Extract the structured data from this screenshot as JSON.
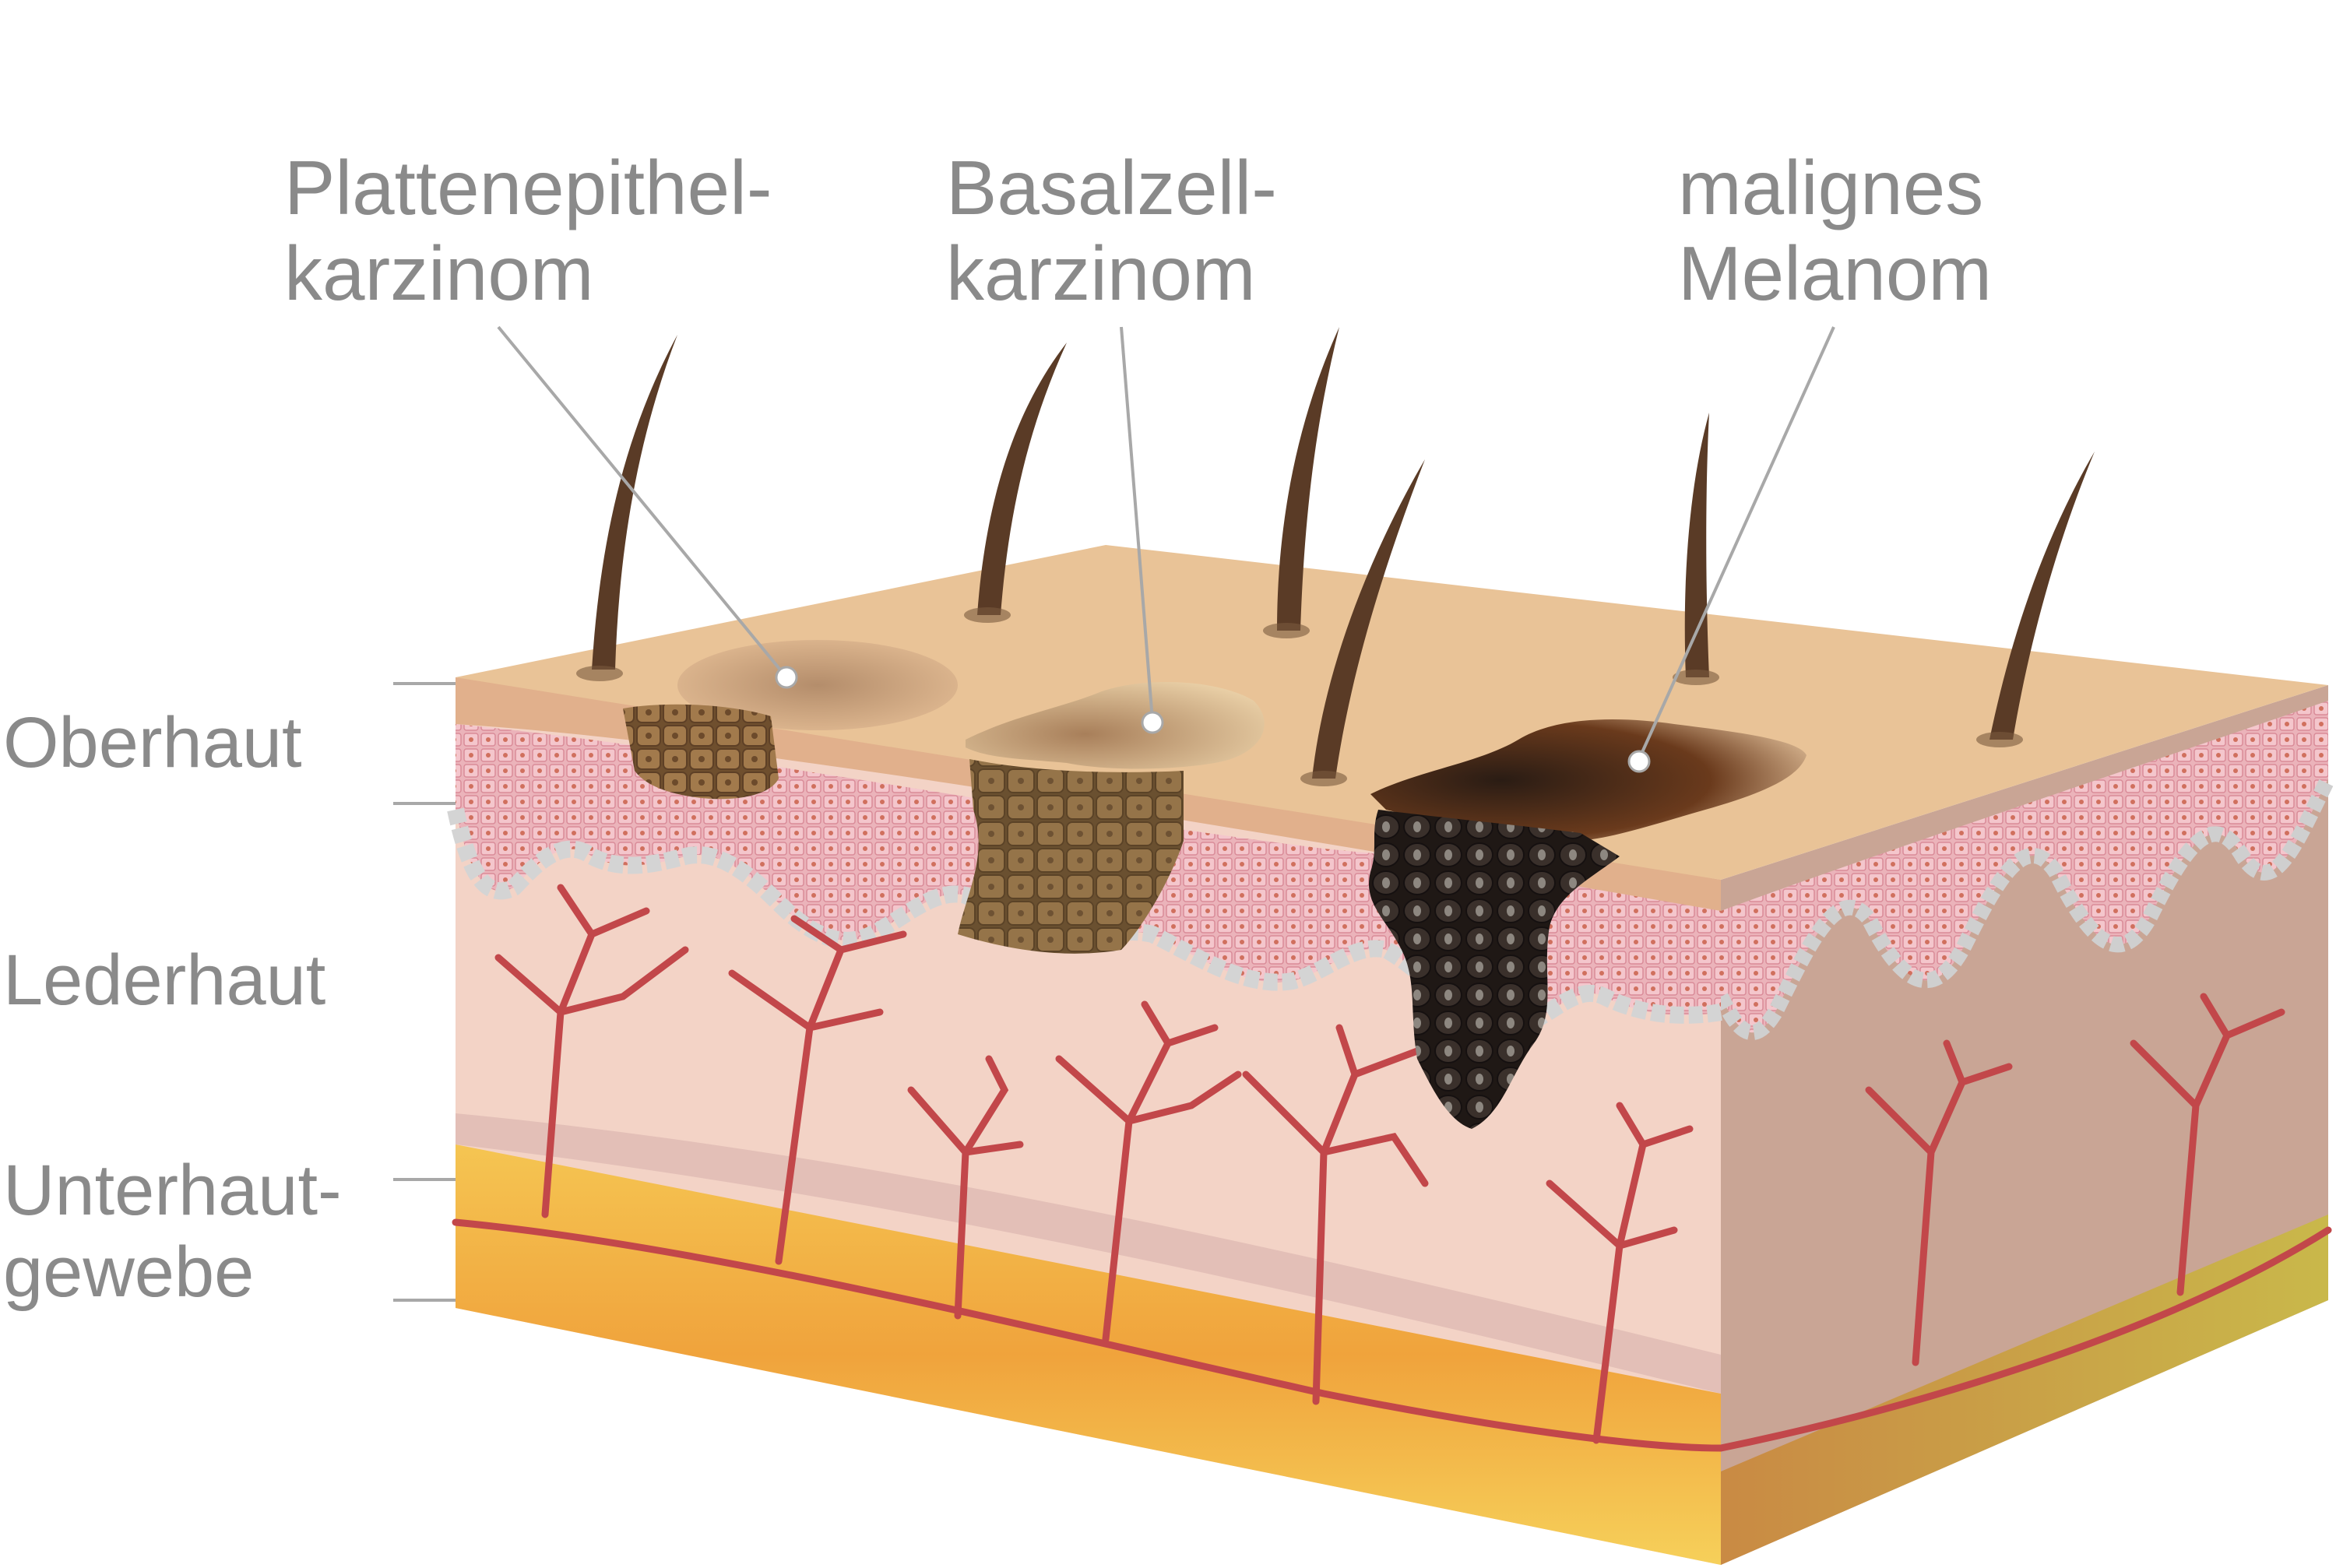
{
  "diagram": {
    "top_labels": [
      {
        "id": "squamous",
        "lines": [
          "Plattenepithel-",
          "karzinom"
        ]
      },
      {
        "id": "basal",
        "lines": [
          "Basalzell-",
          "karzinom"
        ]
      },
      {
        "id": "melanoma",
        "lines": [
          "malignes",
          "Melanom"
        ]
      }
    ],
    "layer_labels": [
      {
        "id": "epidermis",
        "lines": [
          "Oberhaut"
        ]
      },
      {
        "id": "dermis",
        "lines": [
          "Lederhaut"
        ]
      },
      {
        "id": "subcutis",
        "lines": [
          "Unterhaut-",
          "gewebe"
        ]
      }
    ],
    "colors": {
      "label_text": "#8a8a8a",
      "leader_line": "#a8a8a8",
      "skin_surface": "#e9c397",
      "epidermis_cells": "#e7a2ad",
      "basal_cells": "#dcdcdc",
      "dermis": "#f3d3c6",
      "dermis_side": "#c9a595",
      "fat": "#f3b34a",
      "vessels": "#c2474a",
      "hair": "#5a3b26",
      "squamous_tumor": "#9a6e44",
      "basal_tumor": "#8e6d45",
      "melanoma": "#2f2622"
    }
  }
}
